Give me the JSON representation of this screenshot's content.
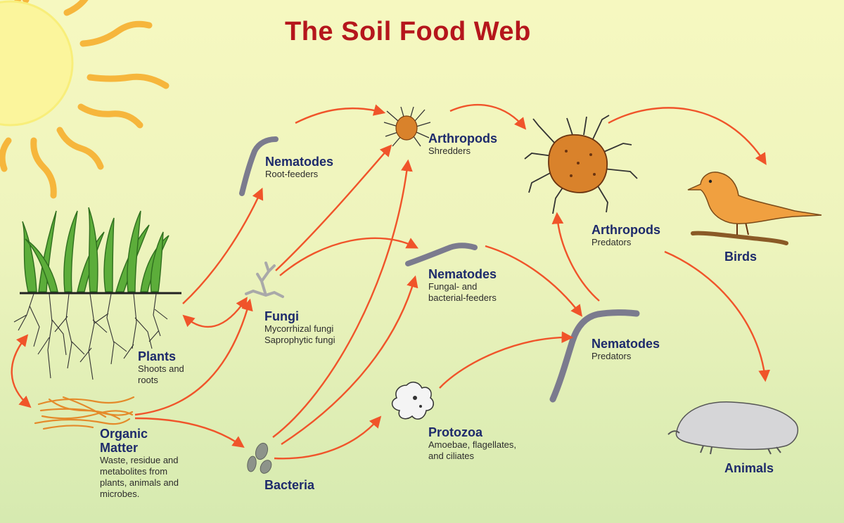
{
  "title": "The Soil Food Web",
  "nodes": {
    "plants": {
      "name": "Plants",
      "desc": [
        "Shoots and",
        "roots"
      ]
    },
    "organic_matter": {
      "name": [
        "Organic",
        "Matter"
      ],
      "desc": [
        "Waste, residue and",
        "metabolites from",
        "plants, animals and",
        "microbes."
      ]
    },
    "bacteria": {
      "name": "Bacteria"
    },
    "fungi": {
      "name": "Fungi",
      "desc": [
        "Mycorrhizal fungi",
        "Saprophytic fungi"
      ]
    },
    "nematodes_root": {
      "name": "Nematodes",
      "desc": [
        "Root-feeders"
      ]
    },
    "arthropods_shredders": {
      "name": "Arthropods",
      "desc": [
        "Shredders"
      ]
    },
    "nematodes_fungal": {
      "name": "Nematodes",
      "desc": [
        "Fungal- and",
        "bacterial-feeders"
      ]
    },
    "protozoa": {
      "name": "Protozoa",
      "desc": [
        "Amoebae, flagellates,",
        "and ciliates"
      ]
    },
    "arthropods_predators": {
      "name": "Arthropods",
      "desc": [
        "Predators"
      ]
    },
    "nematodes_predators": {
      "name": "Nematodes",
      "desc": [
        "Predators"
      ]
    },
    "birds": {
      "name": "Birds"
    },
    "animals": {
      "name": "Animals"
    }
  },
  "colors": {
    "title": "#b5161c",
    "label_name": "#1d2a6b",
    "arrow": "#f0542a",
    "sun": "#fbf59c",
    "ray": "#f6b63c",
    "grass": "#5cad3a",
    "organism_orange": "#d9822b",
    "worm": "#7b7b8e"
  },
  "icons": [
    "sun-icon",
    "plants-icon",
    "organic-matter-icon",
    "bacteria-icon",
    "fungi-icon",
    "nematode-icon",
    "mite-icon",
    "protozoa-icon",
    "bird-icon",
    "mole-icon"
  ]
}
